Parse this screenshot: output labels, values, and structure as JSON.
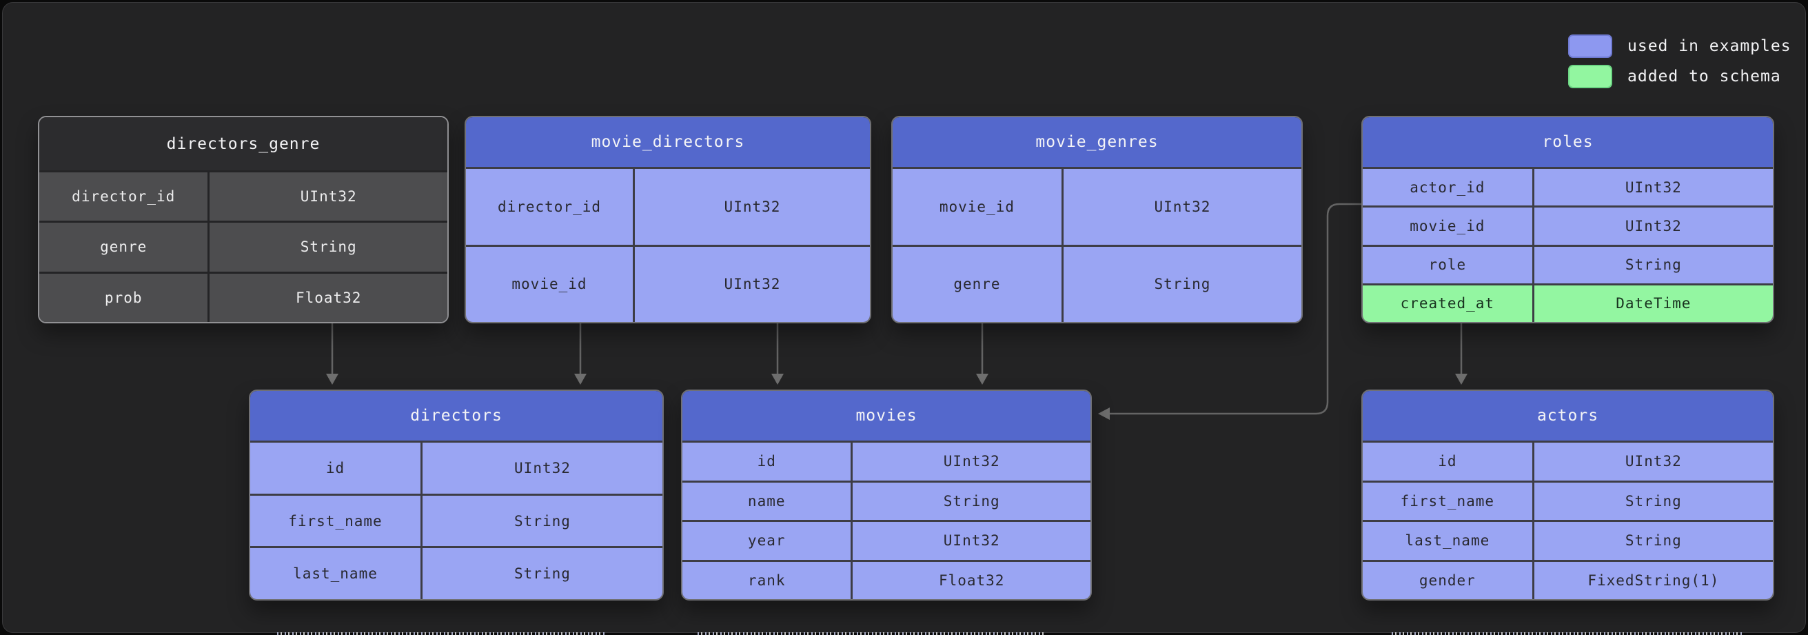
{
  "legend": {
    "items": [
      {
        "label": "used in examples",
        "color": "#8d98f0"
      },
      {
        "label": "added to schema",
        "color": "#92f6a0"
      }
    ]
  },
  "tables": {
    "directors_genre": {
      "title": "directors_genre",
      "theme": "dark",
      "fields": [
        {
          "name": "director_id",
          "type": "UInt32"
        },
        {
          "name": "genre",
          "type": "String"
        },
        {
          "name": "prob",
          "type": "Float32"
        }
      ]
    },
    "movie_directors": {
      "title": "movie_directors",
      "theme": "used in examples",
      "fields": [
        {
          "name": "director_id",
          "type": "UInt32"
        },
        {
          "name": "movie_id",
          "type": "UInt32"
        }
      ]
    },
    "movie_genres": {
      "title": "movie_genres",
      "theme": "used in examples",
      "fields": [
        {
          "name": "movie_id",
          "type": "UInt32"
        },
        {
          "name": "genre",
          "type": "String"
        }
      ]
    },
    "roles": {
      "title": "roles",
      "theme": "used in examples",
      "fields": [
        {
          "name": "actor_id",
          "type": "UInt32"
        },
        {
          "name": "movie_id",
          "type": "UInt32"
        },
        {
          "name": "role",
          "type": "String"
        },
        {
          "name": "created_at",
          "type": "DateTime",
          "status": "added to schema"
        }
      ]
    },
    "directors": {
      "title": "directors",
      "theme": "used in examples",
      "fields": [
        {
          "name": "id",
          "type": "UInt32"
        },
        {
          "name": "first_name",
          "type": "String"
        },
        {
          "name": "last_name",
          "type": "String"
        }
      ]
    },
    "movies": {
      "title": "movies",
      "theme": "used in examples",
      "fields": [
        {
          "name": "id",
          "type": "UInt32"
        },
        {
          "name": "name",
          "type": "String"
        },
        {
          "name": "year",
          "type": "UInt32"
        },
        {
          "name": "rank",
          "type": "Float32"
        }
      ]
    },
    "actors": {
      "title": "actors",
      "theme": "used in examples",
      "fields": [
        {
          "name": "id",
          "type": "UInt32"
        },
        {
          "name": "first_name",
          "type": "String"
        },
        {
          "name": "last_name",
          "type": "String"
        },
        {
          "name": "gender",
          "type": "FixedString(1)"
        }
      ]
    }
  },
  "relations": [
    {
      "from": "directors_genre",
      "to": "directors"
    },
    {
      "from": "movie_directors.director_id",
      "to": "directors"
    },
    {
      "from": "movie_directors.movie_id",
      "to": "movies"
    },
    {
      "from": "movie_genres",
      "to": "movies"
    },
    {
      "from": "roles.movie_id",
      "to": "movies"
    },
    {
      "from": "roles",
      "to": "actors"
    }
  ],
  "colors": {
    "header_blue": "#5468cc",
    "row_used": "#9aa5f3",
    "row_added": "#92f6a0",
    "dark_header": "#2c2c2e",
    "dark_row": "#4d4d4f",
    "arrow": "#646464",
    "background": "#232324"
  }
}
